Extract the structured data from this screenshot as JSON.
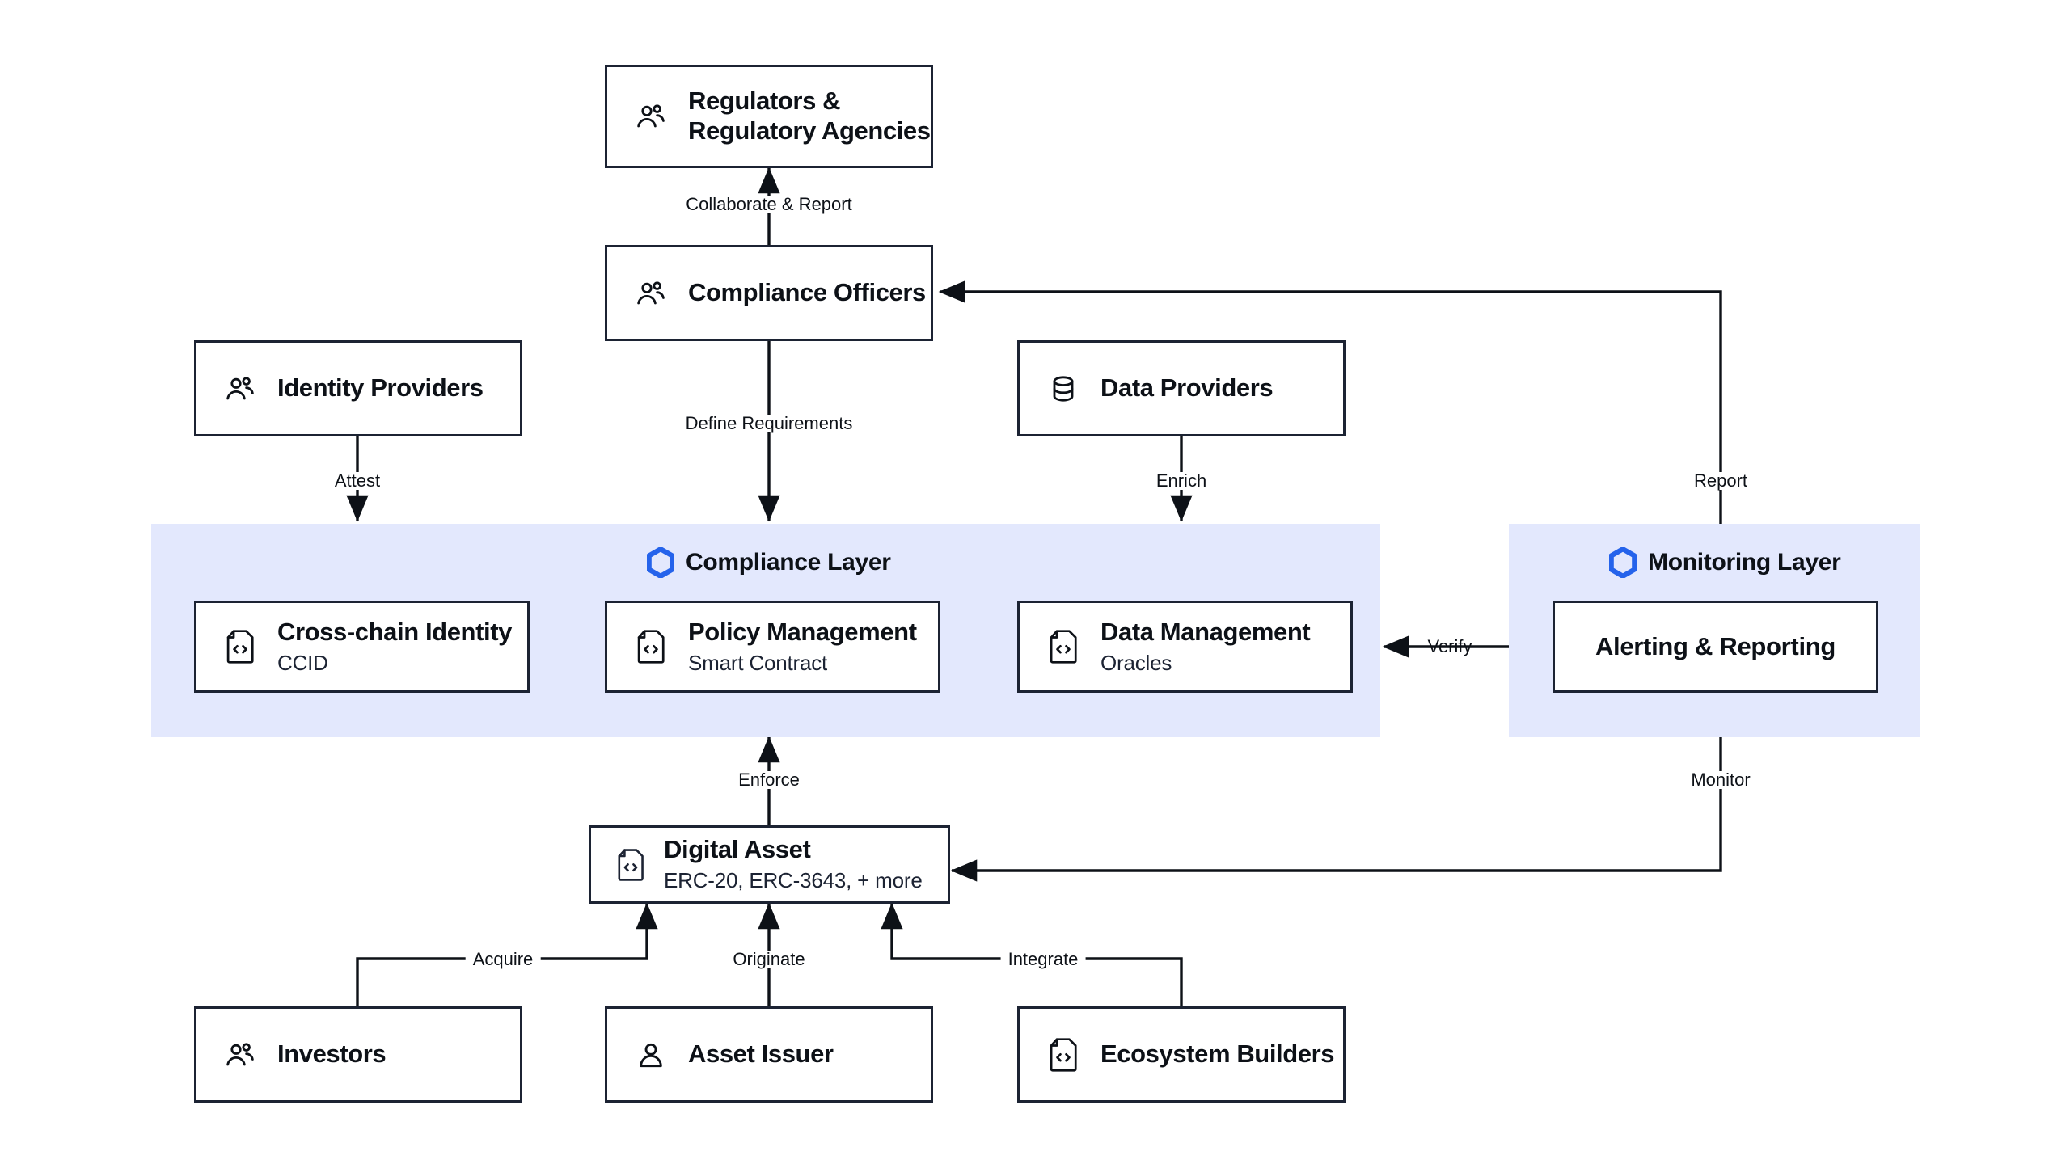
{
  "diagram": {
    "title": "Compliance architecture diagram",
    "colors": {
      "stroke": "#1c2333",
      "layer_background": "#e3e8fd",
      "accent": "#2563eb",
      "text": "#0d1117",
      "canvas": "#ffffff"
    }
  },
  "layers": [
    {
      "id": "compliance",
      "label": "Compliance Layer",
      "icon": "hexagon-icon"
    },
    {
      "id": "monitoring",
      "label": "Monitoring Layer",
      "icon": "hexagon-icon"
    }
  ],
  "nodes": {
    "regulators": {
      "title": "Regulators &",
      "title2": "Regulatory Agencies",
      "icon": "users-icon"
    },
    "compliance_officers": {
      "title": "Compliance Officers",
      "icon": "users-icon"
    },
    "identity_providers": {
      "title": "Identity Providers",
      "icon": "users-icon"
    },
    "data_providers": {
      "title": "Data Providers",
      "icon": "database-icon"
    },
    "cross_chain_identity": {
      "title": "Cross-chain Identity",
      "subtitle": "CCID",
      "icon": "code-document-icon"
    },
    "policy_management": {
      "title": "Policy Management",
      "subtitle": "Smart Contract",
      "icon": "code-document-icon"
    },
    "data_management": {
      "title": "Data Management",
      "subtitle": "Oracles",
      "icon": "code-document-icon"
    },
    "alerting_reporting": {
      "title": "Alerting & Reporting"
    },
    "digital_asset": {
      "title": "Digital Asset",
      "subtitle": "ERC-20, ERC-3643, + more",
      "icon": "code-document-icon"
    },
    "investors": {
      "title": "Investors",
      "icon": "users-icon"
    },
    "asset_issuer": {
      "title": "Asset Issuer",
      "icon": "user-icon"
    },
    "ecosystem_builders": {
      "title": "Ecosystem Builders",
      "icon": "code-document-icon"
    }
  },
  "edges": [
    {
      "id": "collaborate-report",
      "label": "Collaborate & Report",
      "from": "compliance_officers",
      "to": "regulators"
    },
    {
      "id": "define-requirements",
      "label": "Define Requirements",
      "from": "compliance_officers",
      "to": "compliance_layer"
    },
    {
      "id": "attest",
      "label": "Attest",
      "from": "identity_providers",
      "to": "cross_chain_identity"
    },
    {
      "id": "enrich",
      "label": "Enrich",
      "from": "data_providers",
      "to": "data_management"
    },
    {
      "id": "report",
      "label": "Report",
      "from": "monitoring_layer",
      "to": "compliance_officers"
    },
    {
      "id": "verify",
      "label": "Verify",
      "from": "alerting_reporting",
      "to": "data_management"
    },
    {
      "id": "enforce",
      "label": "Enforce",
      "from": "digital_asset",
      "to": "policy_management"
    },
    {
      "id": "monitor",
      "label": "Monitor",
      "from": "monitoring_layer",
      "to": "digital_asset"
    },
    {
      "id": "acquire",
      "label": "Acquire",
      "from": "investors",
      "to": "digital_asset"
    },
    {
      "id": "originate",
      "label": "Originate",
      "from": "asset_issuer",
      "to": "digital_asset"
    },
    {
      "id": "integrate",
      "label": "Integrate",
      "from": "ecosystem_builders",
      "to": "digital_asset"
    }
  ]
}
